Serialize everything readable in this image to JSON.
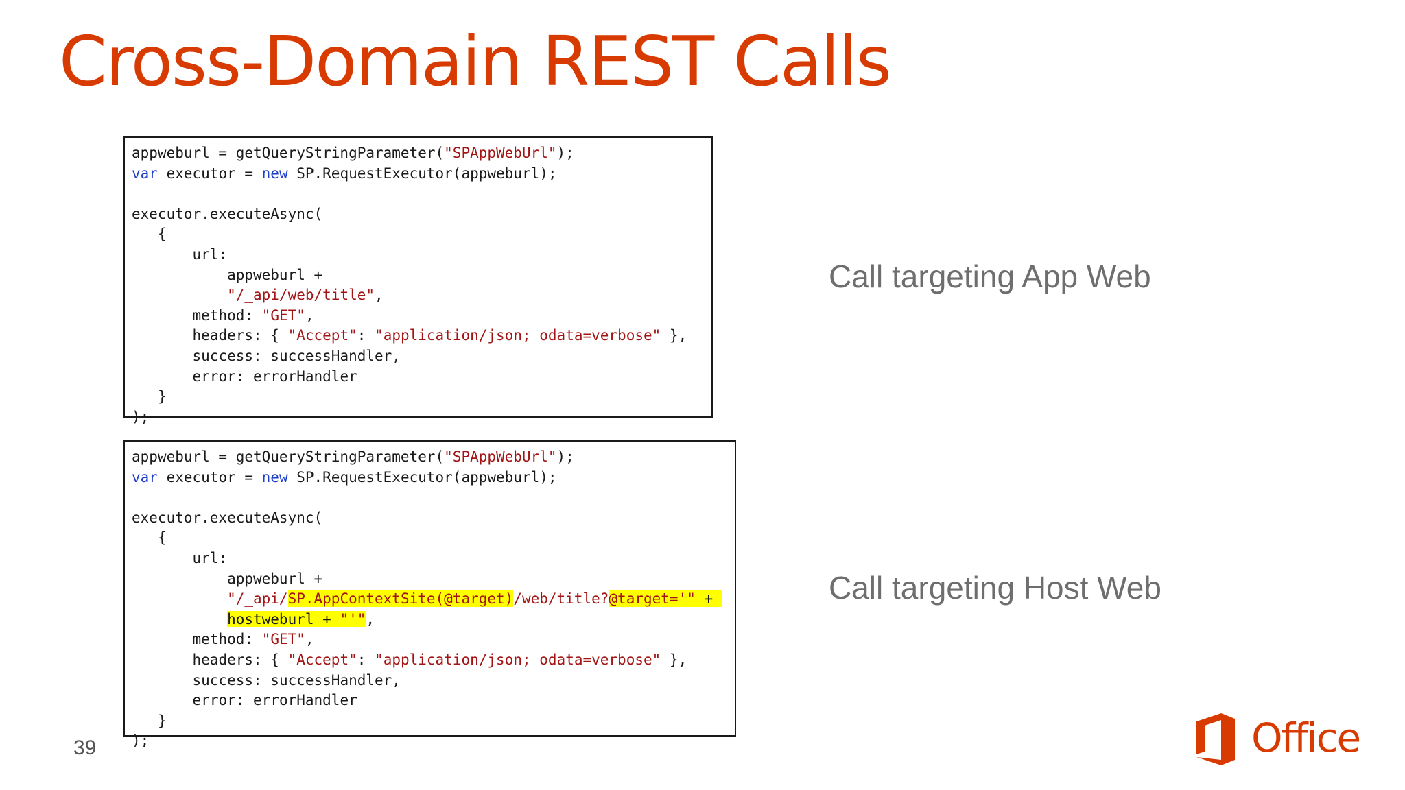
{
  "slide": {
    "title": "Cross-Domain REST Calls",
    "page_number": "39",
    "accent_color": "#d83b01"
  },
  "code_blocks": [
    {
      "caption": "Call targeting App Web",
      "lines": [
        {
          "indent": "",
          "tokens": [
            {
              "t": "appweburl = getQueryStringParameter("
            },
            {
              "t": "\"SPAppWebUrl\"",
              "c": "str"
            },
            {
              "t": ");"
            }
          ]
        },
        {
          "indent": "",
          "tokens": [
            {
              "t": "var",
              "c": "kw"
            },
            {
              "t": " executor = "
            },
            {
              "t": "new",
              "c": "kw"
            },
            {
              "t": " SP.RequestExecutor(appweburl);"
            }
          ]
        },
        {
          "indent": "",
          "tokens": []
        },
        {
          "indent": "",
          "tokens": [
            {
              "t": "executor.executeAsync("
            }
          ]
        },
        {
          "indent": "   ",
          "tokens": [
            {
              "t": "{"
            }
          ]
        },
        {
          "indent": "       ",
          "tokens": [
            {
              "t": "url:"
            }
          ]
        },
        {
          "indent": "           ",
          "tokens": [
            {
              "t": "appweburl +"
            }
          ]
        },
        {
          "indent": "           ",
          "tokens": [
            {
              "t": "\"/_api/web/title\"",
              "c": "str"
            },
            {
              "t": ","
            }
          ]
        },
        {
          "indent": "       ",
          "tokens": [
            {
              "t": "method: "
            },
            {
              "t": "\"GET\"",
              "c": "str"
            },
            {
              "t": ","
            }
          ]
        },
        {
          "indent": "       ",
          "tokens": [
            {
              "t": "headers: { "
            },
            {
              "t": "\"Accept\"",
              "c": "str"
            },
            {
              "t": ": "
            },
            {
              "t": "\"application/json; odata=verbose\"",
              "c": "str"
            },
            {
              "t": " },"
            }
          ]
        },
        {
          "indent": "       ",
          "tokens": [
            {
              "t": "success: successHandler,"
            }
          ]
        },
        {
          "indent": "       ",
          "tokens": [
            {
              "t": "error: errorHandler"
            }
          ]
        },
        {
          "indent": "   ",
          "tokens": [
            {
              "t": "}"
            }
          ]
        },
        {
          "indent": "",
          "tokens": [
            {
              "t": ");"
            }
          ]
        }
      ]
    },
    {
      "caption": "Call targeting Host Web",
      "lines": [
        {
          "indent": "",
          "tokens": [
            {
              "t": "appweburl = getQueryStringParameter("
            },
            {
              "t": "\"SPAppWebUrl\"",
              "c": "str"
            },
            {
              "t": ");"
            }
          ]
        },
        {
          "indent": "",
          "tokens": [
            {
              "t": "var",
              "c": "kw"
            },
            {
              "t": " executor = "
            },
            {
              "t": "new",
              "c": "kw"
            },
            {
              "t": " SP.RequestExecutor(appweburl);"
            }
          ]
        },
        {
          "indent": "",
          "tokens": []
        },
        {
          "indent": "",
          "tokens": [
            {
              "t": "executor.executeAsync("
            }
          ]
        },
        {
          "indent": "   ",
          "tokens": [
            {
              "t": "{"
            }
          ]
        },
        {
          "indent": "       ",
          "tokens": [
            {
              "t": "url:"
            }
          ]
        },
        {
          "indent": "           ",
          "tokens": [
            {
              "t": "appweburl +"
            }
          ]
        },
        {
          "indent": "           ",
          "tokens": [
            {
              "t": "\"/_api/",
              "c": "str"
            },
            {
              "t": "SP.AppContextSite(@target)",
              "c": "str hl"
            },
            {
              "t": "/web/title?",
              "c": "str"
            },
            {
              "t": "@target='\"",
              "c": "str hl"
            },
            {
              "t": " + ",
              "c": "hl"
            }
          ]
        },
        {
          "indent": "           ",
          "tokens": [
            {
              "t": "hostweburl + ",
              "c": "hl"
            },
            {
              "t": "\"'\"",
              "c": "str hl"
            },
            {
              "t": ","
            }
          ]
        },
        {
          "indent": "       ",
          "tokens": [
            {
              "t": "method: "
            },
            {
              "t": "\"GET\"",
              "c": "str"
            },
            {
              "t": ","
            }
          ]
        },
        {
          "indent": "       ",
          "tokens": [
            {
              "t": "headers: { "
            },
            {
              "t": "\"Accept\"",
              "c": "str"
            },
            {
              "t": ": "
            },
            {
              "t": "\"application/json; odata=verbose\"",
              "c": "str"
            },
            {
              "t": " },"
            }
          ]
        },
        {
          "indent": "       ",
          "tokens": [
            {
              "t": "success: successHandler,"
            }
          ]
        },
        {
          "indent": "       ",
          "tokens": [
            {
              "t": "error: errorHandler"
            }
          ]
        },
        {
          "indent": "   ",
          "tokens": [
            {
              "t": "}"
            }
          ]
        },
        {
          "indent": "",
          "tokens": [
            {
              "t": ");"
            }
          ]
        }
      ]
    }
  ],
  "logo": {
    "text": "Office",
    "icon": "office-logo-icon"
  }
}
